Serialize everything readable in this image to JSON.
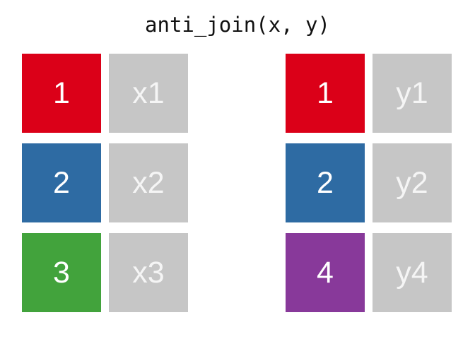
{
  "title": "anti_join(x, y)",
  "colors": {
    "red": "#db0018",
    "blue": "#2e6ba3",
    "green": "#42a33c",
    "purple": "#88399a",
    "gray": "#c6c6c6",
    "key_text": "#ffffff",
    "value_text": "#f5f5f5",
    "title_text": "#111111"
  },
  "tables": {
    "x": {
      "name": "x",
      "rows": [
        {
          "key": "1",
          "value": "x1",
          "color": "red",
          "value_color": "gray"
        },
        {
          "key": "2",
          "value": "x2",
          "color": "blue",
          "value_color": "gray"
        },
        {
          "key": "3",
          "value": "x3",
          "color": "green",
          "value_color": "gray"
        }
      ]
    },
    "y": {
      "name": "y",
      "rows": [
        {
          "key": "1",
          "value": "y1",
          "color": "red",
          "value_color": "gray"
        },
        {
          "key": "2",
          "value": "y2",
          "color": "blue",
          "value_color": "gray"
        },
        {
          "key": "4",
          "value": "y4",
          "color": "purple",
          "value_color": "gray"
        }
      ]
    }
  }
}
